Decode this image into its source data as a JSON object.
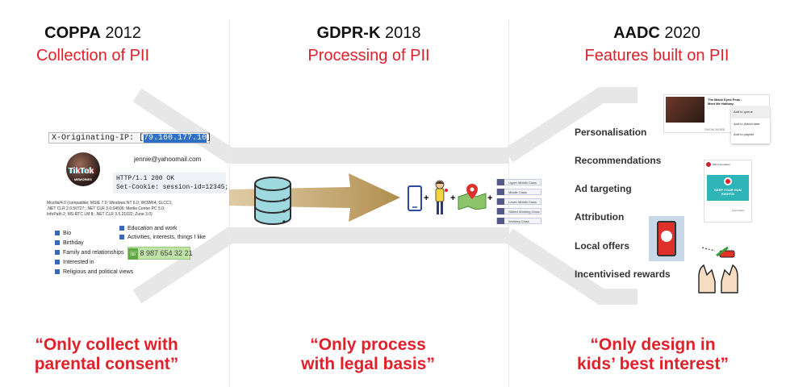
{
  "columns": [
    {
      "law": "COPPA",
      "year": "2012",
      "subtitle": "Collection of PII",
      "quote_line1": "“Only collect with",
      "quote_line2": "parental consent”"
    },
    {
      "law": "GDPR-K",
      "year": "2018",
      "subtitle": "Processing of PII",
      "quote_line1": "“Only process",
      "quote_line2": "with legal basis”"
    },
    {
      "law": "AADC",
      "year": "2020",
      "subtitle": "Features built on PII",
      "quote_line1": "“Only design in",
      "quote_line2": "kids’ best interest”"
    }
  ],
  "collection": {
    "ip_header_label": "X-Originating-IP: [",
    "ip_value": "79.160.177.10",
    "ip_close": "]",
    "email": "jennie@yahoomail.com",
    "tiktok_label": "TikTok",
    "tiktok_sub": "MEMORIES",
    "http_line1": "HTTP/1.1 200 OK",
    "http_line2": "Set-Cookie: session-id=12345;",
    "user_agent": [
      "Mozilla/4.0 (compatible; MSIE 7.0; Windows NT 6.0; WOW64; SLCC1;",
      ".NET CLR 2.0.50727; .NET CLR 3.0.04506; Media Center PC 5.0;",
      "InfoPath.2; MS-RTC LM 8; .NET CLR 3.5.21022; Zune 3.0)"
    ],
    "profile_fields_left": [
      "Bio",
      "Birthday",
      "Family and relationships",
      "Interested in",
      "Religious and political views"
    ],
    "profile_fields_right": [
      "Education and work",
      "Activities, interests, things I like"
    ],
    "phone": "8 987 654 32 21"
  },
  "processing": {
    "plus": "+",
    "class_list": [
      "Upper Middle Class",
      "Middle Class",
      "Lower Middle Class",
      "Skilled Working Class",
      "Working Class"
    ]
  },
  "features": {
    "items": [
      "Personalisation",
      "Recommendations",
      "Ad targeting",
      "Attribution",
      "Local offers",
      "Incentivised rewards"
    ],
    "video_title": "The Black Eyed Peas - Meet Me Halfway",
    "video_menu": [
      "Add to queue",
      "Add to Watch later",
      "Add to playlist"
    ],
    "video_btn": "SHOW MORE",
    "ad_text": "KEEP YOUR GUN RIGHTS!",
    "ad_header": "NRA Foundation",
    "ad_footer": "Learn More"
  },
  "colors": {
    "accent_red": "#e0202a",
    "arrow": "#b08d4e",
    "band": "#e6e6e6"
  }
}
